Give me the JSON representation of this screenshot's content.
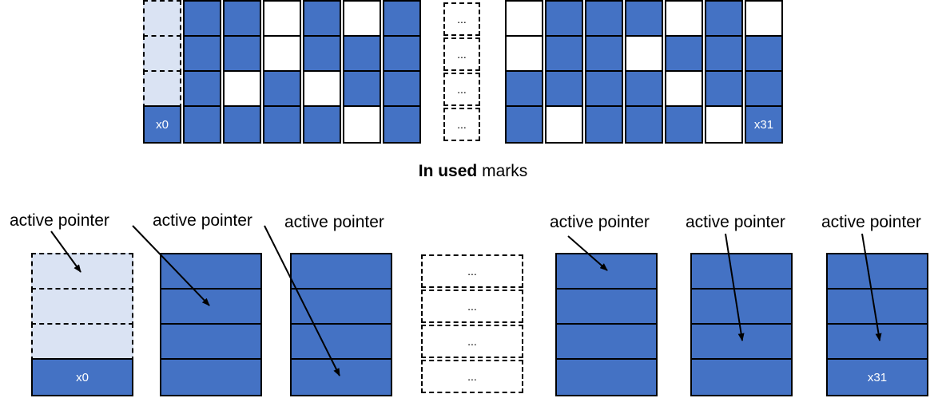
{
  "diagram": {
    "top_grid": {
      "first_column": {
        "style": "dashed-light",
        "bottom_label": "x0"
      },
      "left_group": [
        [
          "blue",
          "blue",
          "blue",
          "blue"
        ],
        [
          "blue",
          "blue",
          "white",
          "blue"
        ],
        [
          "white",
          "white",
          "blue",
          "blue"
        ],
        [
          "blue",
          "blue",
          "white",
          "blue"
        ],
        [
          "white",
          "blue",
          "blue",
          "white"
        ],
        [
          "blue",
          "blue",
          "blue",
          "blue"
        ]
      ],
      "ellipsis_text": "...",
      "right_group": [
        [
          "white",
          "white",
          "blue",
          "blue"
        ],
        [
          "blue",
          "blue",
          "blue",
          "white"
        ],
        [
          "blue",
          "blue",
          "blue",
          "blue"
        ],
        [
          "blue",
          "white",
          "blue",
          "blue"
        ],
        [
          "white",
          "blue",
          "white",
          "blue"
        ],
        [
          "blue",
          "blue",
          "blue",
          "white"
        ],
        [
          "white",
          "blue",
          "blue",
          "blue"
        ]
      ],
      "last_label": "x31"
    },
    "caption": {
      "bold": "In used",
      "rest": " marks"
    },
    "bottom": {
      "pointer_label": "active pointer",
      "columns": [
        {
          "ghost_slots": 3,
          "bottom_label": "x0",
          "pointer_slot": 0
        },
        {
          "ghost_slots": 0,
          "bottom_label": "",
          "pointer_slot": 1
        },
        {
          "ghost_slots": 0,
          "bottom_label": "",
          "pointer_slot": 3
        },
        {
          "ellipsis": true,
          "ellipsis_text": "..."
        },
        {
          "ghost_slots": 0,
          "bottom_label": "",
          "pointer_slot": 0
        },
        {
          "ghost_slots": 0,
          "bottom_label": "",
          "pointer_slot": 2
        },
        {
          "ghost_slots": 0,
          "bottom_label": "x31",
          "pointer_slot": 2
        }
      ]
    },
    "colors": {
      "blue": "#4472c4",
      "ghost": "#dae3f3",
      "white": "#ffffff",
      "line": "#000000"
    }
  }
}
